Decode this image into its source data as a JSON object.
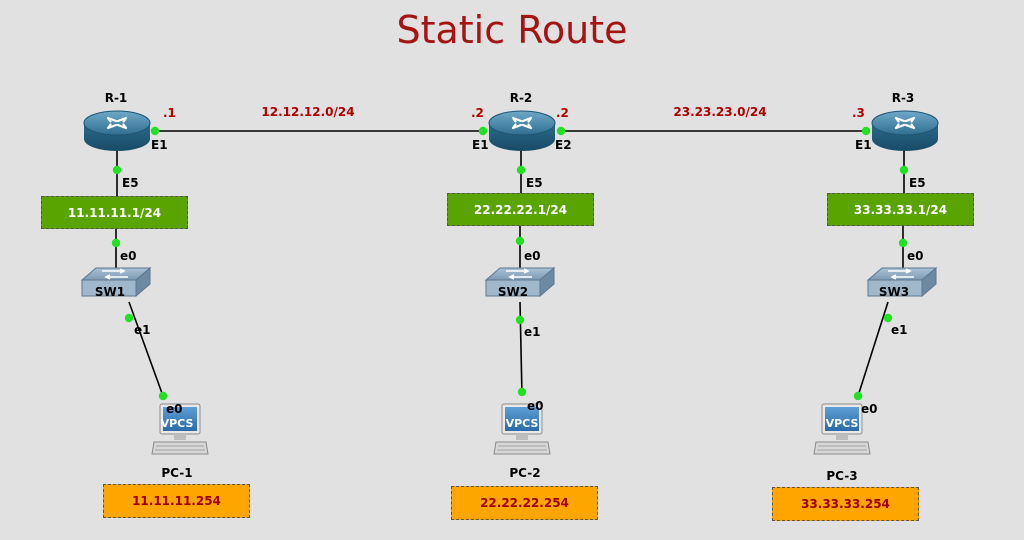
{
  "title": "Static Route",
  "routers": [
    {
      "name": "R-1",
      "left_ip": "",
      "right_ip": ".1",
      "left_if": "",
      "right_if": "E1",
      "down_if": "E5"
    },
    {
      "name": "R-2",
      "left_ip": ".2",
      "right_ip": ".2",
      "left_if": "E1",
      "right_if": "E2",
      "down_if": "E5"
    },
    {
      "name": "R-3",
      "left_ip": ".3",
      "right_ip": "",
      "left_if": "E1",
      "right_if": "",
      "down_if": "E5"
    }
  ],
  "networks": [
    "12.12.12.0/24",
    "23.23.23.0/24"
  ],
  "gateway_notes": [
    "11.11.11.1/24",
    "22.22.22.1/24",
    "33.33.33.1/24"
  ],
  "switches": [
    {
      "name": "SW1",
      "up_if": "e0",
      "down_if": "e1"
    },
    {
      "name": "SW2",
      "up_if": "e0",
      "down_if": "e1"
    },
    {
      "name": "SW3",
      "up_if": "e0",
      "down_if": "e1"
    }
  ],
  "pcs": [
    {
      "name": "PC-1",
      "screen_label": "VPCS",
      "if": "e0",
      "ip": "11.11.11.254"
    },
    {
      "name": "PC-2",
      "screen_label": "VPCS",
      "if": "e0",
      "ip": "22.22.22.254"
    },
    {
      "name": "PC-3",
      "screen_label": "VPCS",
      "if": "e0",
      "ip": "33.33.33.254"
    }
  ],
  "colors": {
    "background": "#e1e1e1",
    "title": "#a51313",
    "link_dot": "#22e022",
    "gateway_note": "#5aa400",
    "pc_note": "#ffa500",
    "ip_text": "#b00000"
  }
}
